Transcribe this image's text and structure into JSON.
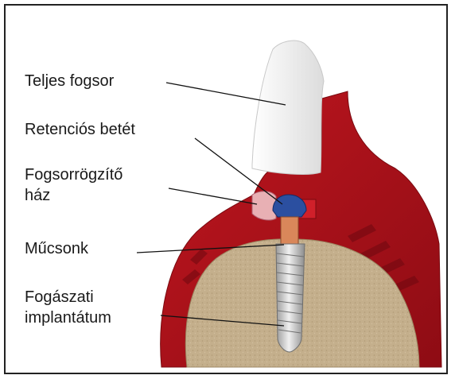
{
  "labels": {
    "denture": "Teljes fogsor",
    "retention_insert": "Retenciós betét",
    "housing_line1": "Fogsorrögzítő",
    "housing_line2": "ház",
    "abutment": "Műcsonk",
    "implant_line1": "Fogászati",
    "implant_line2": "implantátum"
  },
  "colors": {
    "gum": "#b3121e",
    "gum_dark": "#7e0a12",
    "bone": "#c2ad8a",
    "tooth": "#f2f2f2",
    "cap": "#2b4fa0",
    "implant": "#c8c8c8",
    "abutment_copper": "#d9875a",
    "leader_line": "#111111"
  }
}
